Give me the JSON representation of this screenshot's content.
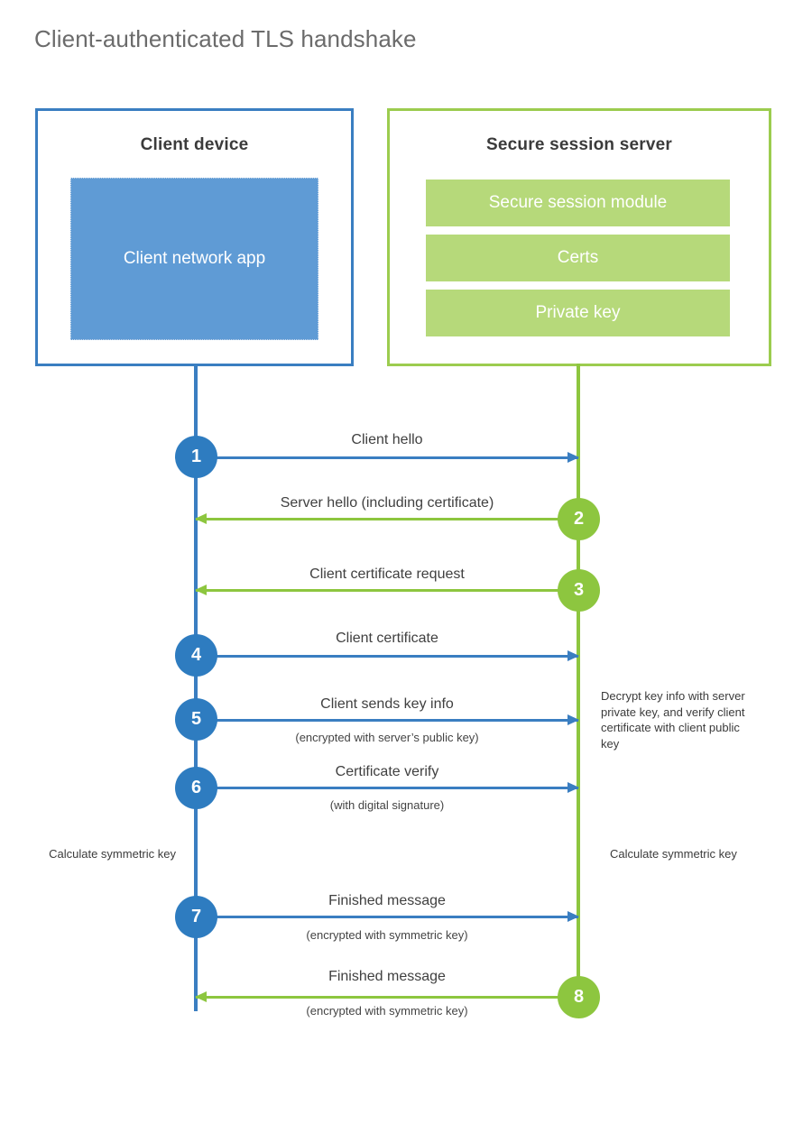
{
  "title": "Client-authenticated TLS handshake",
  "colors": {
    "client_border": "#3a7ec1",
    "client_fill": "#5f9bd5",
    "server_border": "#9ccc4f",
    "server_fill": "#b6d97a",
    "client_line": "#3a7ec1",
    "server_line": "#8dc63f",
    "client_circle": "#2e7cc0",
    "server_circle": "#8dc63f",
    "title_text": "#6b6b6b",
    "body_text": "#404040",
    "background": "#ffffff"
  },
  "client": {
    "title": "Client device",
    "app_label": "Client network app"
  },
  "server": {
    "title": "Secure session server",
    "components": [
      {
        "label": "Secure session module"
      },
      {
        "label": "Certs"
      },
      {
        "label": "Private key"
      }
    ]
  },
  "steps": [
    {
      "number": "1",
      "side": "client",
      "direction": "right",
      "label": "Client hello",
      "sub": ""
    },
    {
      "number": "2",
      "side": "server",
      "direction": "left",
      "label": "Server hello (including certificate)",
      "sub": ""
    },
    {
      "number": "3",
      "side": "server",
      "direction": "left",
      "label": "Client certificate request",
      "sub": ""
    },
    {
      "number": "4",
      "side": "client",
      "direction": "right",
      "label": "Client certificate",
      "sub": ""
    },
    {
      "number": "5",
      "side": "client",
      "direction": "right",
      "label": "Client sends key info",
      "sub": "(encrypted with server’s public key)"
    },
    {
      "number": "6",
      "side": "client",
      "direction": "right",
      "label": "Certificate verify",
      "sub": "(with digital signature)"
    },
    {
      "number": "7",
      "side": "client",
      "direction": "right",
      "label": "Finished message",
      "sub": "(encrypted with symmetric key)"
    },
    {
      "number": "8",
      "side": "server",
      "direction": "left",
      "label": "Finished message",
      "sub": "(encrypted with symmetric key)"
    }
  ],
  "notes": {
    "server_decrypt": "Decrypt key info with server private key, and verify client certificate with client public key",
    "client_calc": "Calculate symmetric key",
    "server_calc": "Calculate symmetric key"
  }
}
